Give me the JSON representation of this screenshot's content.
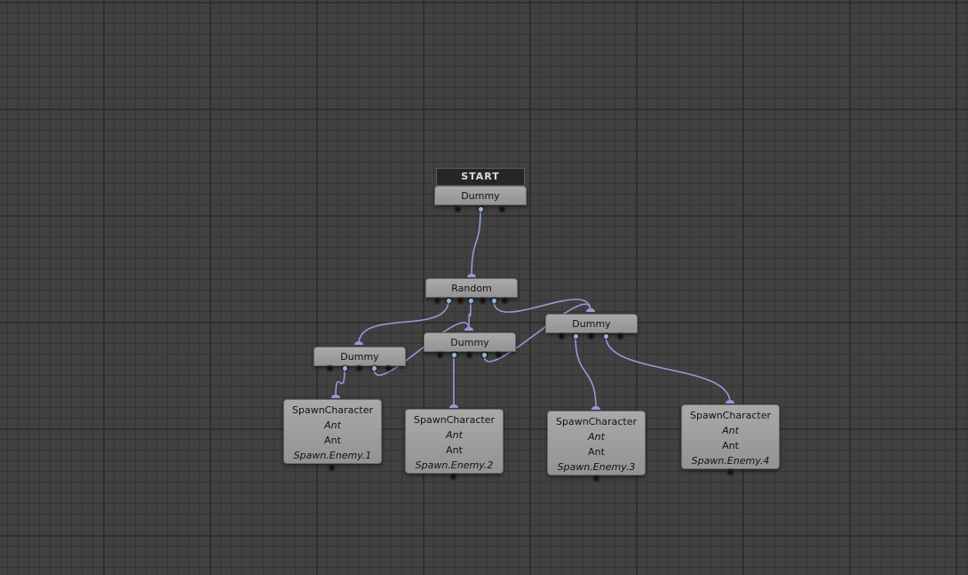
{
  "colors": {
    "wire": "#9a98d8",
    "port_connected": "#8fb8d8",
    "port_empty": "#111111"
  },
  "start_label": "START",
  "nodes": {
    "dummy_root": {
      "label": "Dummy"
    },
    "random": {
      "label": "Random"
    },
    "dummy_left": {
      "label": "Dummy"
    },
    "dummy_mid": {
      "label": "Dummy"
    },
    "dummy_right": {
      "label": "Dummy"
    },
    "spawn1": {
      "title": "SpawnCharacter",
      "line1": "Ant",
      "line2": "Ant",
      "line3": "Spawn.Enemy.1"
    },
    "spawn2": {
      "title": "SpawnCharacter",
      "line1": "Ant",
      "line2": "Ant",
      "line3": "Spawn.Enemy.2"
    },
    "spawn3": {
      "title": "SpawnCharacter",
      "line1": "Ant",
      "line2": "Ant",
      "line3": "Spawn.Enemy.3"
    },
    "spawn4": {
      "title": "SpawnCharacter",
      "line1": "Ant",
      "line2": "Ant",
      "line3": "Spawn.Enemy.4"
    }
  }
}
